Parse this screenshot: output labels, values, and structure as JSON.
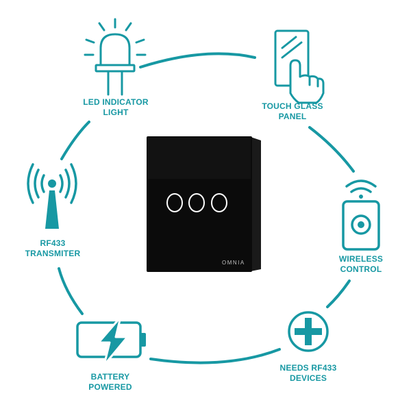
{
  "colors": {
    "accent": "#1798a3",
    "device_body": "#0b0b0b",
    "button_ring": "#ffffff"
  },
  "device": {
    "brand": "OMNIA"
  },
  "features": [
    {
      "id": "led",
      "icon": "led-bulb-icon",
      "lines": [
        "LED INDICATOR",
        "LIGHT"
      ]
    },
    {
      "id": "touch",
      "icon": "touch-glass-panel-icon",
      "lines": [
        "TOUCH GLASS",
        "PANEL"
      ]
    },
    {
      "id": "wireless",
      "icon": "wireless-remote-icon",
      "lines": [
        "WIRELESS",
        "CONTROL"
      ]
    },
    {
      "id": "rf433-devices",
      "icon": "plus-circle-icon",
      "lines": [
        "NEEDS RF433",
        "DEVICES"
      ]
    },
    {
      "id": "battery",
      "icon": "battery-bolt-icon",
      "lines": [
        "BATTERY",
        "POWERED"
      ]
    },
    {
      "id": "transmitter",
      "icon": "antenna-signal-icon",
      "lines": [
        "RF433",
        "TRANSMITER"
      ]
    }
  ]
}
